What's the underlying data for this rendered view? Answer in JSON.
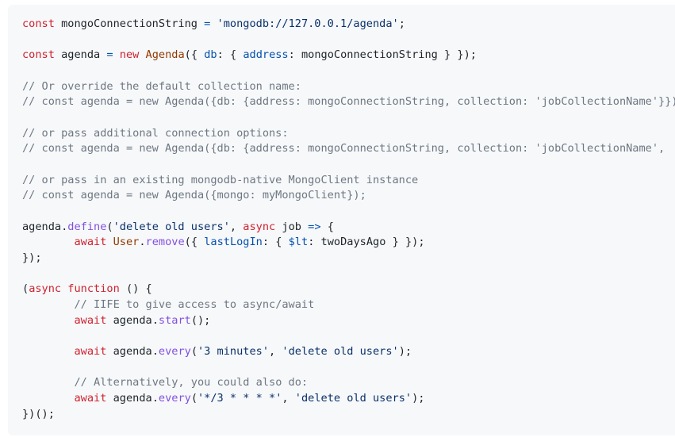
{
  "colors": {
    "background": "#f6f8fa",
    "text": "#1f2328",
    "keyword": "#cf222e",
    "string": "#0a3069",
    "function": "#8250df",
    "comment": "#6e7781",
    "property": "#0550ae",
    "class": "#953800"
  },
  "code_lines": [
    [
      [
        "k",
        "const"
      ],
      [
        "t",
        " mongoConnectionString "
      ],
      [
        "p",
        "="
      ],
      [
        "t",
        " "
      ],
      [
        "s",
        "'mongodb://127.0.0.1/agenda'"
      ],
      [
        "t",
        ";"
      ]
    ],
    [],
    [
      [
        "k",
        "const"
      ],
      [
        "t",
        " agenda "
      ],
      [
        "p",
        "="
      ],
      [
        "t",
        " "
      ],
      [
        "k",
        "new"
      ],
      [
        "t",
        " "
      ],
      [
        "e",
        "Agenda"
      ],
      [
        "t",
        "({ "
      ],
      [
        "p",
        "db"
      ],
      [
        "t",
        ": { "
      ],
      [
        "p",
        "address"
      ],
      [
        "t",
        ": mongoConnectionString } });"
      ]
    ],
    [],
    [
      [
        "c",
        "// Or override the default collection name:"
      ]
    ],
    [
      [
        "c",
        "// const agenda = new Agenda({db: {address: mongoConnectionString, collection: 'jobCollectionName'}});"
      ]
    ],
    [],
    [
      [
        "c",
        "// or pass additional connection options:"
      ]
    ],
    [
      [
        "c",
        "// const agenda = new Agenda({db: {address: mongoConnectionString, collection: 'jobCollectionName',"
      ]
    ],
    [],
    [
      [
        "c",
        "// or pass in an existing mongodb-native MongoClient instance"
      ]
    ],
    [
      [
        "c",
        "// const agenda = new Agenda({mongo: myMongoClient});"
      ]
    ],
    [],
    [
      [
        "t",
        "agenda."
      ],
      [
        "f",
        "define"
      ],
      [
        "t",
        "("
      ],
      [
        "s",
        "'delete old users'"
      ],
      [
        "t",
        ", "
      ],
      [
        "k",
        "async"
      ],
      [
        "t",
        " job "
      ],
      [
        "p",
        "=>"
      ],
      [
        "t",
        " {"
      ]
    ],
    [
      [
        "t",
        "\t"
      ],
      [
        "k",
        "await"
      ],
      [
        "t",
        " "
      ],
      [
        "e",
        "User"
      ],
      [
        "t",
        "."
      ],
      [
        "f",
        "remove"
      ],
      [
        "t",
        "({ "
      ],
      [
        "p",
        "lastLogIn"
      ],
      [
        "t",
        ": { "
      ],
      [
        "p",
        "$lt"
      ],
      [
        "t",
        ": twoDaysAgo } });"
      ]
    ],
    [
      [
        "t",
        "});"
      ]
    ],
    [],
    [
      [
        "t",
        "("
      ],
      [
        "k",
        "async"
      ],
      [
        "t",
        " "
      ],
      [
        "k",
        "function"
      ],
      [
        "t",
        " () {"
      ]
    ],
    [
      [
        "t",
        "\t"
      ],
      [
        "c",
        "// IIFE to give access to async/await"
      ]
    ],
    [
      [
        "t",
        "\t"
      ],
      [
        "k",
        "await"
      ],
      [
        "t",
        " agenda."
      ],
      [
        "f",
        "start"
      ],
      [
        "t",
        "();"
      ]
    ],
    [],
    [
      [
        "t",
        "\t"
      ],
      [
        "k",
        "await"
      ],
      [
        "t",
        " agenda."
      ],
      [
        "f",
        "every"
      ],
      [
        "t",
        "("
      ],
      [
        "s",
        "'3 minutes'"
      ],
      [
        "t",
        ", "
      ],
      [
        "s",
        "'delete old users'"
      ],
      [
        "t",
        ");"
      ]
    ],
    [],
    [
      [
        "t",
        "\t"
      ],
      [
        "c",
        "// Alternatively, you could also do:"
      ]
    ],
    [
      [
        "t",
        "\t"
      ],
      [
        "k",
        "await"
      ],
      [
        "t",
        " agenda."
      ],
      [
        "f",
        "every"
      ],
      [
        "t",
        "("
      ],
      [
        "s",
        "'*/3 * * * *'"
      ],
      [
        "t",
        ", "
      ],
      [
        "s",
        "'delete old users'"
      ],
      [
        "t",
        ");"
      ]
    ],
    [
      [
        "t",
        "})();"
      ]
    ]
  ]
}
